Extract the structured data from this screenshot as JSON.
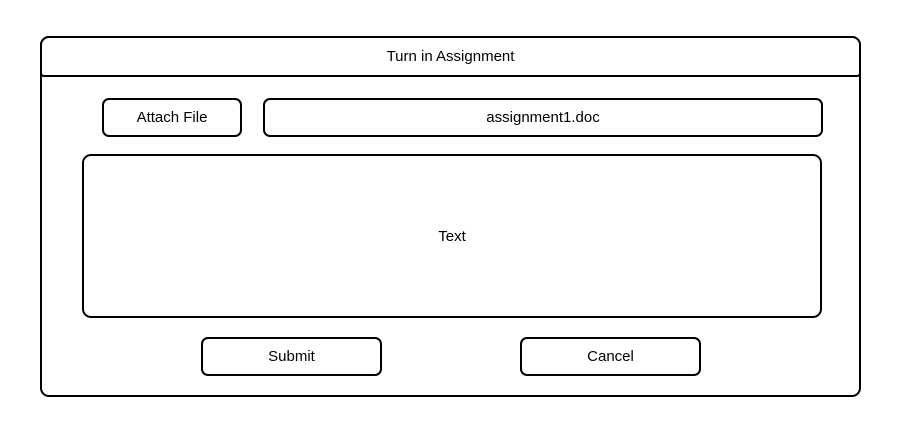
{
  "dialog": {
    "title": "Turn in Assignment",
    "attach_button_label": "Attach File",
    "file_field_value": "assignment1.doc",
    "text_area_label": "Text",
    "submit_label": "Submit",
    "cancel_label": "Cancel"
  },
  "colors": {
    "border": "#000000",
    "background": "#ffffff",
    "text": "#000000"
  }
}
